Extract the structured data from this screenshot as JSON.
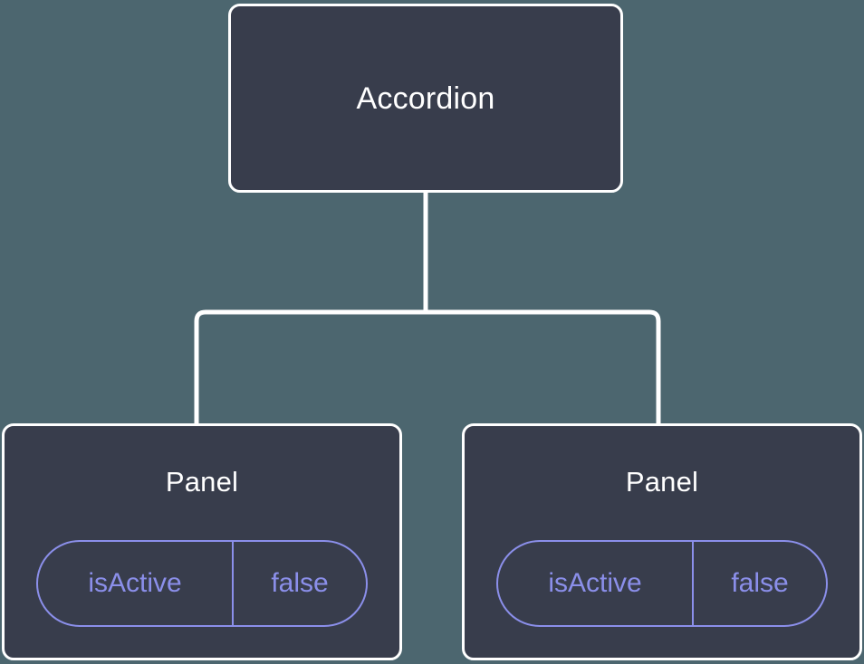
{
  "diagram": {
    "type": "component-tree",
    "background_color": "#4c666f",
    "node_fill_color": "#383d4c",
    "node_border_color": "#ffffff",
    "edge_color": "#ffffff",
    "accent_color": "#8b8fea",
    "title_color": "#ffffff"
  },
  "root": {
    "label": "Accordion"
  },
  "children": [
    {
      "label": "Panel",
      "state": {
        "key": "isActive",
        "value": "false"
      }
    },
    {
      "label": "Panel",
      "state": {
        "key": "isActive",
        "value": "false"
      }
    }
  ],
  "edges": {
    "stem_label": "accordion-to-panels",
    "count": 2
  }
}
